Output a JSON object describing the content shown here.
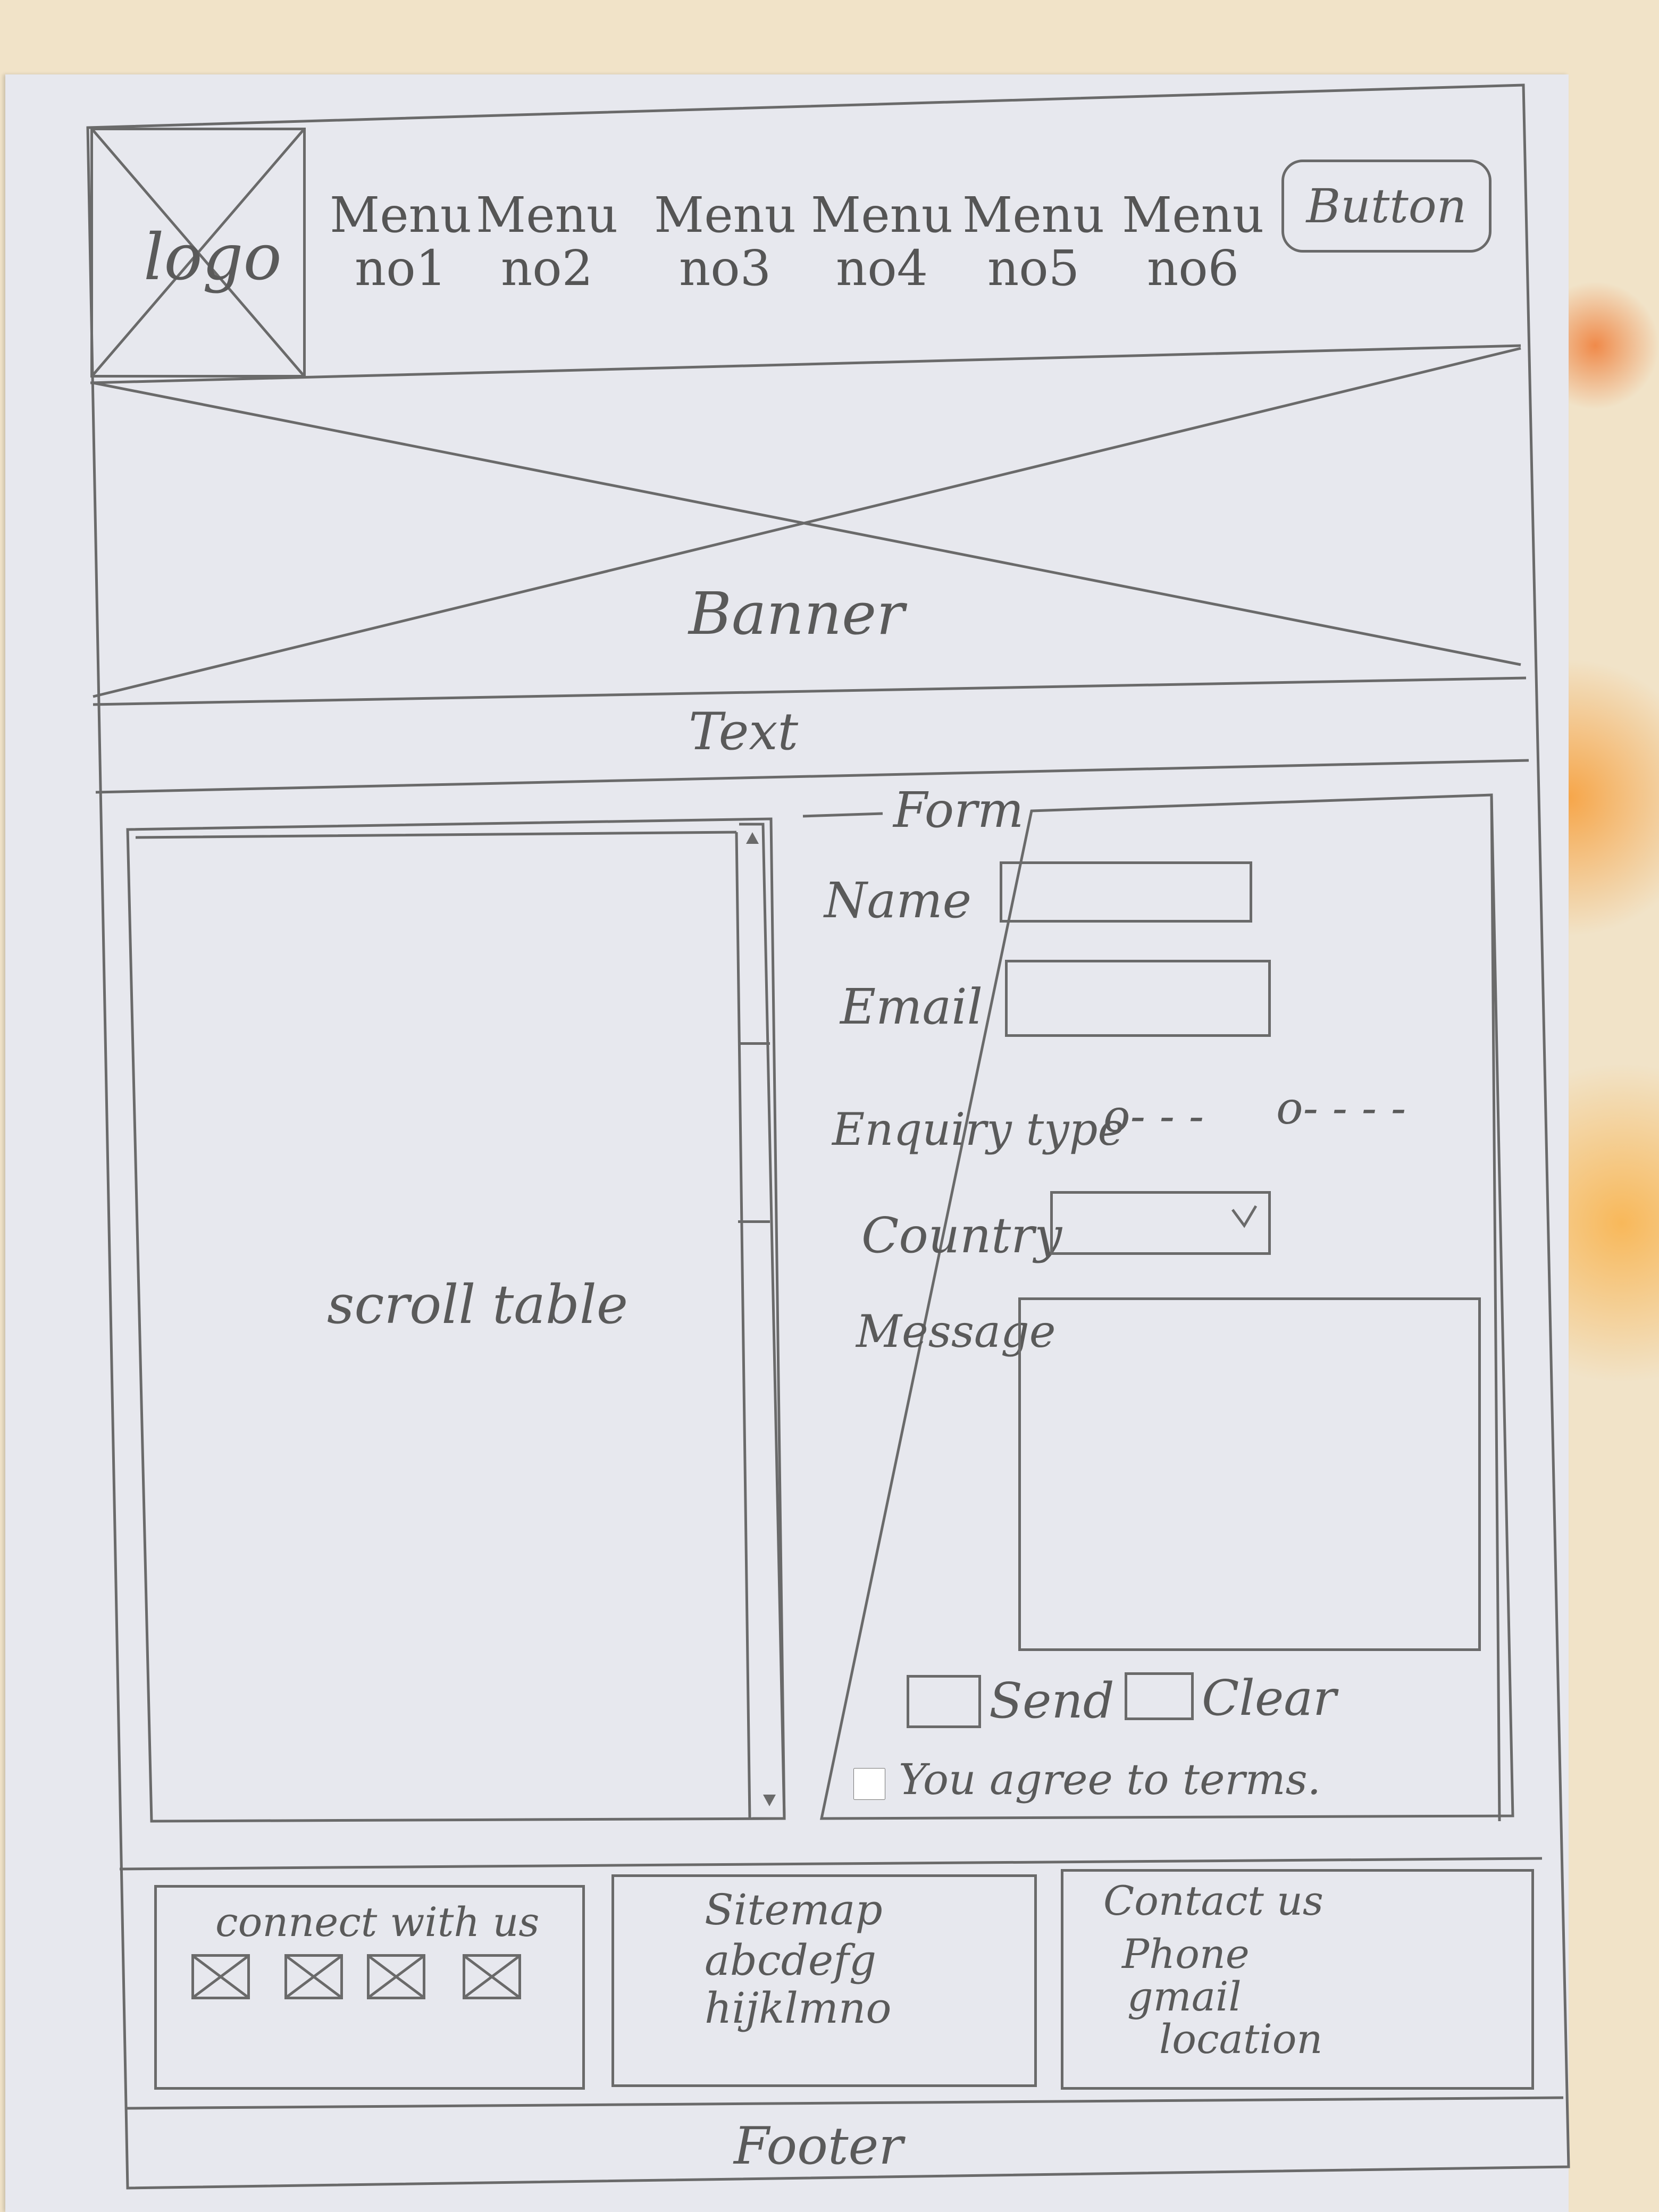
{
  "header": {
    "logo": "logo",
    "menus": [
      {
        "line1": "Menu",
        "line2": "no1"
      },
      {
        "line1": "Menu",
        "line2": "no2"
      },
      {
        "line1": "Menu",
        "line2": "no3"
      },
      {
        "line1": "Menu",
        "line2": "no4"
      },
      {
        "line1": "Menu",
        "line2": "no5"
      },
      {
        "line1": "Menu",
        "line2": "no6"
      }
    ],
    "button_label": "Button"
  },
  "banner": {
    "label": "Banner"
  },
  "text_strip": {
    "label": "Text"
  },
  "scroll_table": {
    "label": "scroll table"
  },
  "form": {
    "legend": "Form",
    "name_label": "Name",
    "email_label": "Email",
    "enquiry_label": "Enquiry type",
    "enquiry_options": [
      "o- - -",
      "o- - - -"
    ],
    "country_label": "Country",
    "message_label": "Message",
    "send_label": "Send",
    "clear_label": "Clear",
    "terms_label": "You agree to terms."
  },
  "footer_blocks": {
    "connect_title": "connect with us",
    "sitemap_title": "Sitemap",
    "sitemap_line1": "abcdefg",
    "sitemap_line2": "hijklmno",
    "contact_title": "Contact us",
    "contact_line1": "Phone",
    "contact_line2": "gmail",
    "contact_line3": "location"
  },
  "footer": {
    "label": "Footer"
  }
}
